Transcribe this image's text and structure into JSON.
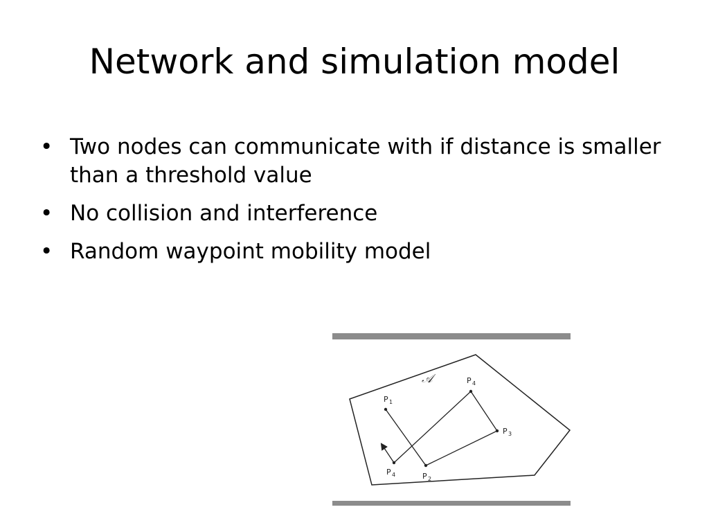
{
  "title": "Network and simulation model",
  "bullets": [
    {
      "text": "Two nodes can communicate with if distance is smaller than a threshold value"
    },
    {
      "text": "No collision and interference"
    },
    {
      "text": "Random waypoint mobility model"
    }
  ],
  "bullet_symbol": "•",
  "figure": {
    "area_label": "𝒜",
    "waypoints": [
      {
        "letter": "P",
        "sub": "1"
      },
      {
        "letter": "P",
        "sub": "2"
      },
      {
        "letter": "P",
        "sub": "3"
      },
      {
        "letter": "P",
        "sub": "4"
      },
      {
        "letter": "P",
        "sub": "4"
      }
    ],
    "colors": {
      "frame_bar": "#8c8c8c",
      "lines": "#222222"
    }
  }
}
